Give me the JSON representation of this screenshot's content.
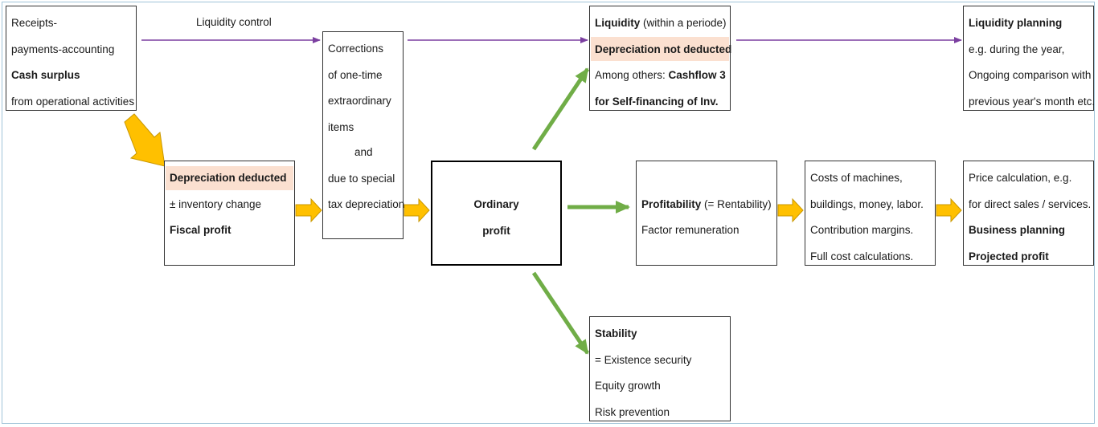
{
  "top_label": "Liquidity control",
  "cash_box": {
    "lines": [
      "Receipts-",
      "payments-accounting",
      "Cash surplus",
      "from operational activities"
    ]
  },
  "fiscal_box": {
    "highlight": "Depreciation deducted",
    "line2": "±  inventory change",
    "line3": "Fiscal profit"
  },
  "corrections_box": {
    "lines": [
      "Corrections",
      "of one-time",
      "extraordinary",
      "items",
      "and",
      "due to special",
      "tax depreciation"
    ]
  },
  "ordinary_box": {
    "line1": "Ordinary",
    "line2": "profit"
  },
  "liquidity_box": {
    "title": "Liquidity",
    "title_suffix": " (within a periode)",
    "highlight": "Depreciation not deducted",
    "line3_prefix": "Among others: ",
    "line3_bold": "Cashflow 3",
    "line4": "for Self-financing of Inv."
  },
  "profitability_box": {
    "title": "Profitability",
    "title_suffix": " (= Rentability)",
    "line2": "Factor remuneration"
  },
  "stability_box": {
    "lines": [
      "Stability",
      "= Existence security",
      "Equity growth",
      "Risk prevention"
    ]
  },
  "costs_box": {
    "lines": [
      "Costs of machines,",
      "buildings, money, labor.",
      "Contribution margins.",
      "Full cost calculations."
    ]
  },
  "liquidity_planning_box": {
    "lines": [
      "Liquidity planning",
      "e.g. during the year,",
      "Ongoing comparison with",
      "previous year's month etc."
    ]
  },
  "price_box": {
    "lines": [
      "Price calculation, e.g.",
      "for direct sales / services.",
      "Business planning",
      "Projected profit"
    ]
  },
  "colors": {
    "purple": "#7b3fa0",
    "green": "#70ad47",
    "yellow": "#ffc000",
    "highlight": "#fbe0d0"
  }
}
